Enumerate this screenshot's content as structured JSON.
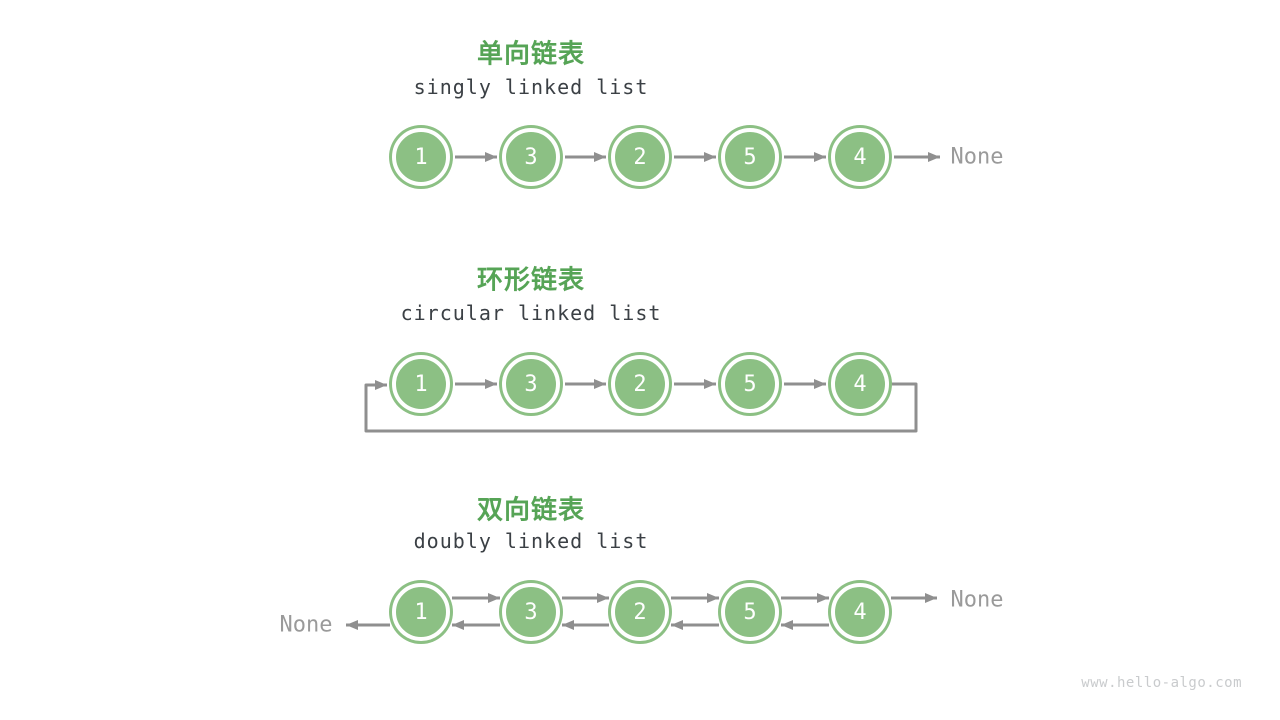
{
  "colors": {
    "node_fill": "#8CC084",
    "node_ring": "#8CC084",
    "title_green": "#56A456",
    "arrow_gray": "#8F8F8F",
    "text_dark": "#3B4045",
    "none_gray": "#9A9A9A",
    "watermark_gray": "#C9CBCD"
  },
  "sections": {
    "singly": {
      "title_zh": "单向链表",
      "title_en": "singly linked list",
      "nodes": [
        "1",
        "3",
        "2",
        "5",
        "4"
      ],
      "tail_label": "None"
    },
    "circular": {
      "title_zh": "环形链表",
      "title_en": "circular linked list",
      "nodes": [
        "1",
        "3",
        "2",
        "5",
        "4"
      ]
    },
    "doubly": {
      "title_zh": "双向链表",
      "title_en": "doubly linked list",
      "nodes": [
        "1",
        "3",
        "2",
        "5",
        "4"
      ],
      "next_none_label": "None",
      "prev_none_label": "None"
    }
  },
  "watermark": "www.hello-algo.com"
}
